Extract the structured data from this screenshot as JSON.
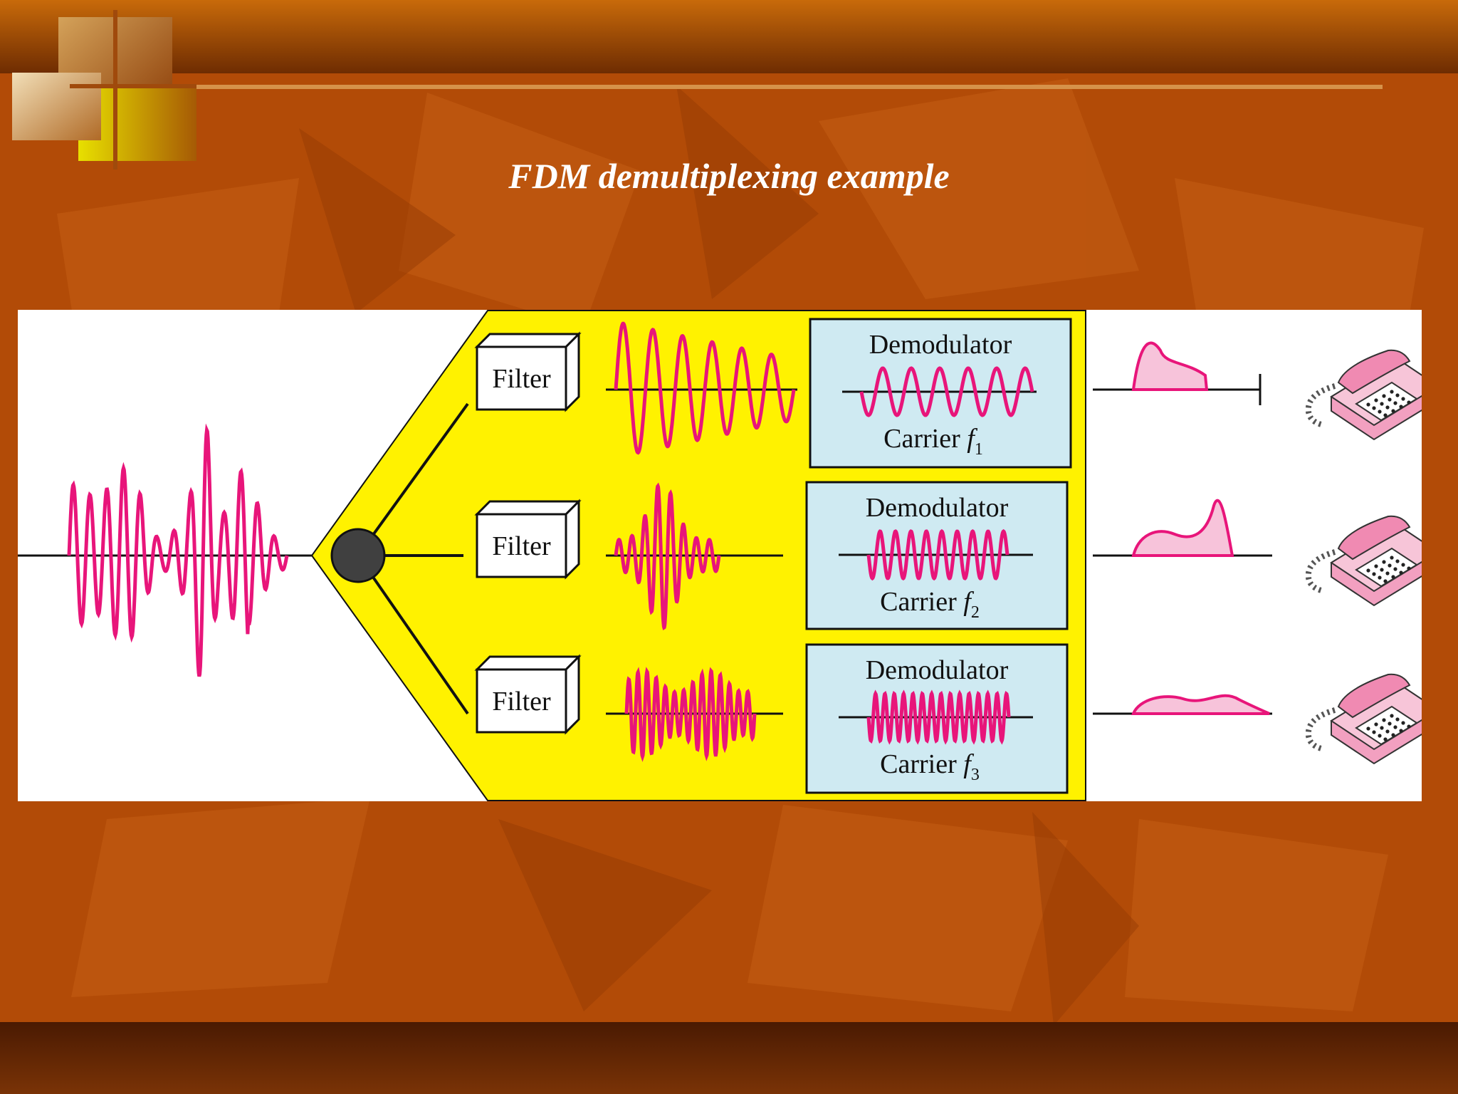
{
  "slide": {
    "title": "FDM demultiplexing example"
  },
  "colors": {
    "signal": "#e8157a",
    "funnel_fill": "#fff200",
    "demod_fill": "#cfeaf2",
    "background": "#b04a06"
  },
  "diagram": {
    "channels": [
      {
        "filter_label": "Filter",
        "demod_label": "Demodulator",
        "carrier_label": "Carrier",
        "carrier_symbol": "f",
        "carrier_subscript": "1"
      },
      {
        "filter_label": "Filter",
        "demod_label": "Demodulator",
        "carrier_label": "Carrier",
        "carrier_symbol": "f",
        "carrier_subscript": "2"
      },
      {
        "filter_label": "Filter",
        "demod_label": "Demodulator",
        "carrier_label": "Carrier",
        "carrier_symbol": "f",
        "carrier_subscript": "3"
      }
    ],
    "icons": [
      "composite-signal-icon",
      "splitter-node-icon",
      "filtered-wave-icon",
      "carrier-wave-icon",
      "baseband-signal-icon",
      "telephone-icon"
    ]
  }
}
